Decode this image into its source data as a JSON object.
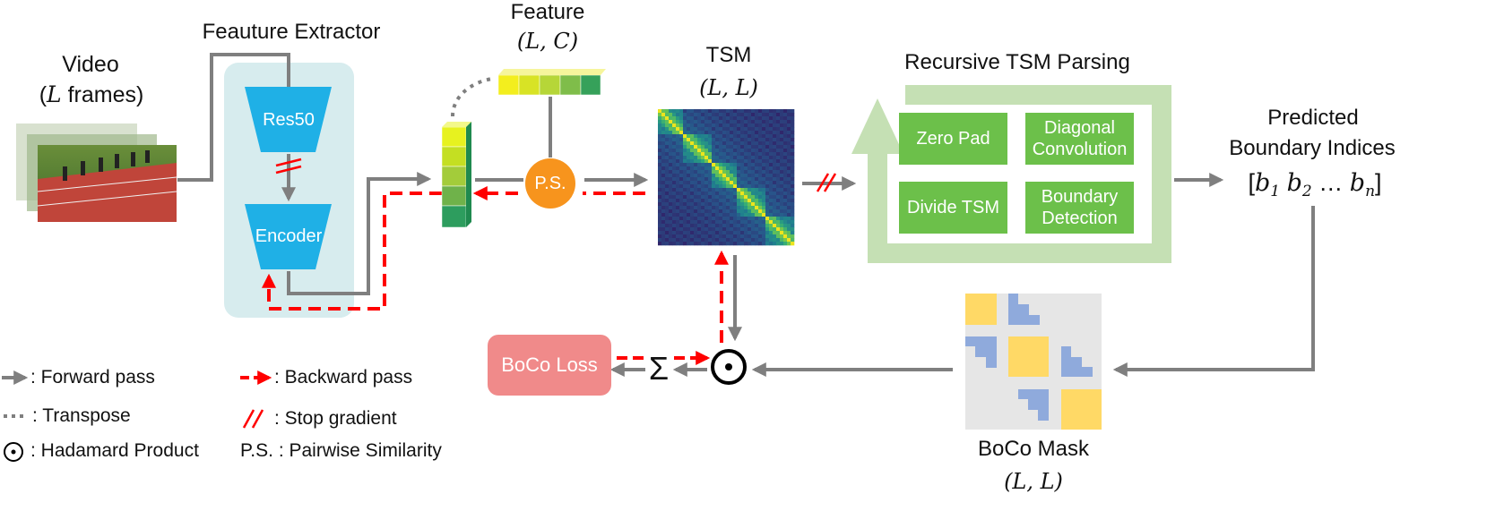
{
  "colors": {
    "arrow": "#7f7f7f",
    "backward": "#ff0000",
    "extractor_bg": "#d7ecee",
    "net_block": "#1fb0e6",
    "ps_circle": "#f7941d",
    "parsing_frame": "#c5e0b4",
    "parsing_box": "#6cc04a",
    "boco_loss": "#f08a8a",
    "mask_bg": "#e6e6e6",
    "mask_yellow": "#ffd966",
    "mask_blue": "#8faadc"
  },
  "video": {
    "title": "Video",
    "subtitle_italic": "L",
    "subtitle_rest": " frames)"
  },
  "extractor": {
    "title": "Feauture Extractor",
    "res50": "Res50",
    "encoder": "Encoder"
  },
  "feature": {
    "title": "Feature",
    "shape": "(L, C)"
  },
  "ps": {
    "label": "P.S."
  },
  "tsm": {
    "title": "TSM",
    "shape": "(L, L)"
  },
  "parsing": {
    "title": "Recursive TSM Parsing",
    "zero_pad": "Zero Pad",
    "diag_conv_1": "Diagonal",
    "diag_conv_2": "Convolution",
    "divide_tsm": "Divide TSM",
    "boundary_1": "Boundary",
    "boundary_2": "Detection"
  },
  "predicted": {
    "line1": "Predicted",
    "line2": "Boundary Indices"
  },
  "boco_loss": {
    "label": "BoCo Loss"
  },
  "sum_symbol": "Σ",
  "boco_mask": {
    "title": "BoCo Mask",
    "shape": "(L, L)"
  },
  "legend": {
    "forward": ": Forward pass",
    "transpose": ": Transpose",
    "hadamard": ": Hadamard Product",
    "backward": ": Backward pass",
    "stop_gradient": ": Stop gradient",
    "ps_abbr": "P.S.",
    "ps_def": ": Pairwise Similarity"
  }
}
